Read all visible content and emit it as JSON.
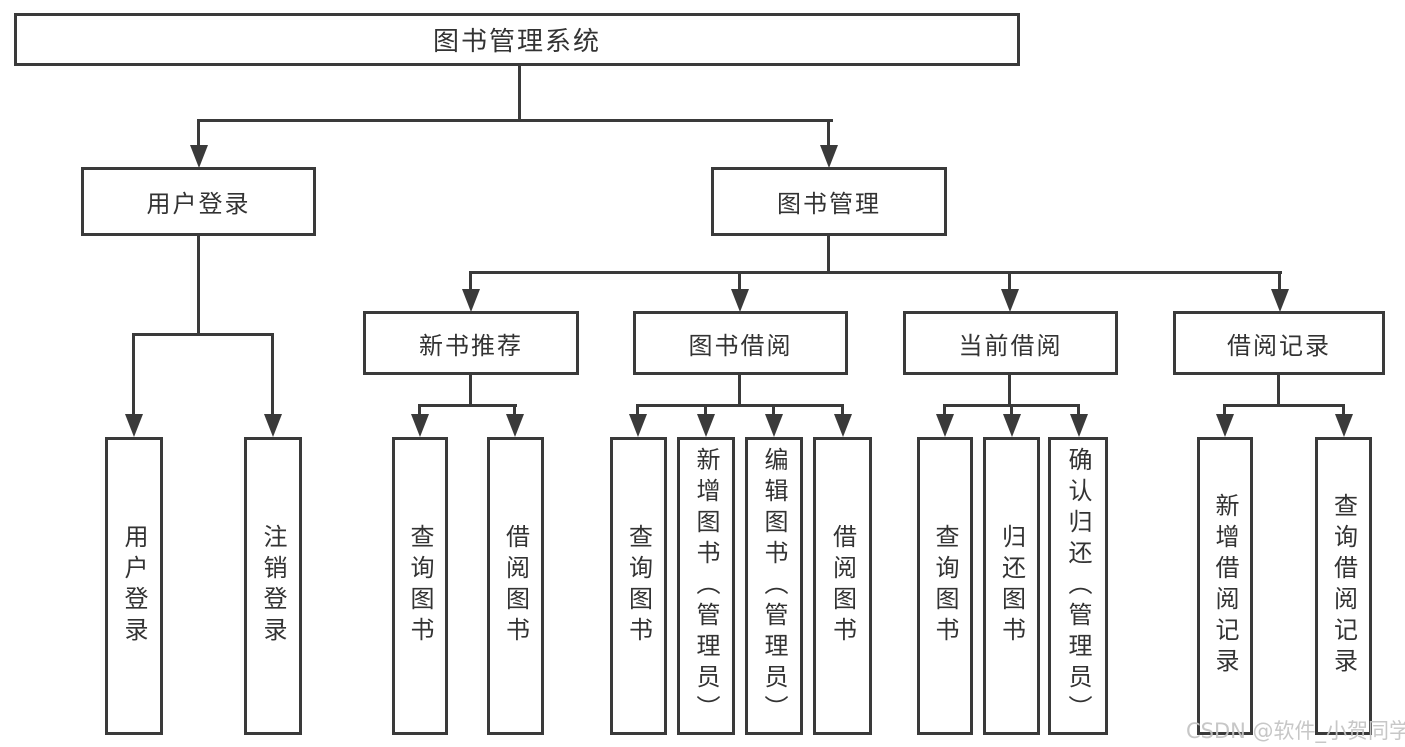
{
  "diagram": {
    "root": {
      "label": "图书管理系统"
    },
    "branches": {
      "user_login": {
        "label": "用户登录",
        "children": [
          {
            "label": "用户登录"
          },
          {
            "label": "注销登录"
          }
        ]
      },
      "book_mgmt": {
        "label": "图书管理",
        "children": [
          {
            "label": "新书推荐",
            "children": [
              {
                "label": "查询图书"
              },
              {
                "label": "借阅图书"
              }
            ]
          },
          {
            "label": "图书借阅",
            "children": [
              {
                "label": "查询图书"
              },
              {
                "label": "新增图书（管理员）"
              },
              {
                "label": "编辑图书（管理员）"
              },
              {
                "label": "借阅图书"
              }
            ]
          },
          {
            "label": "当前借阅",
            "children": [
              {
                "label": "查询图书"
              },
              {
                "label": "归还图书"
              },
              {
                "label": "确认归还（管理员）"
              }
            ]
          },
          {
            "label": "借阅记录",
            "children": [
              {
                "label": "新增借阅记录"
              },
              {
                "label": "查询借阅记录"
              }
            ]
          }
        ]
      }
    },
    "colors": {
      "line": "#3a3a3a",
      "text": "#333333",
      "background": "#ffffff",
      "watermark": "#c4c4c4"
    },
    "watermark": "CSDN @软件_小贺同学"
  }
}
